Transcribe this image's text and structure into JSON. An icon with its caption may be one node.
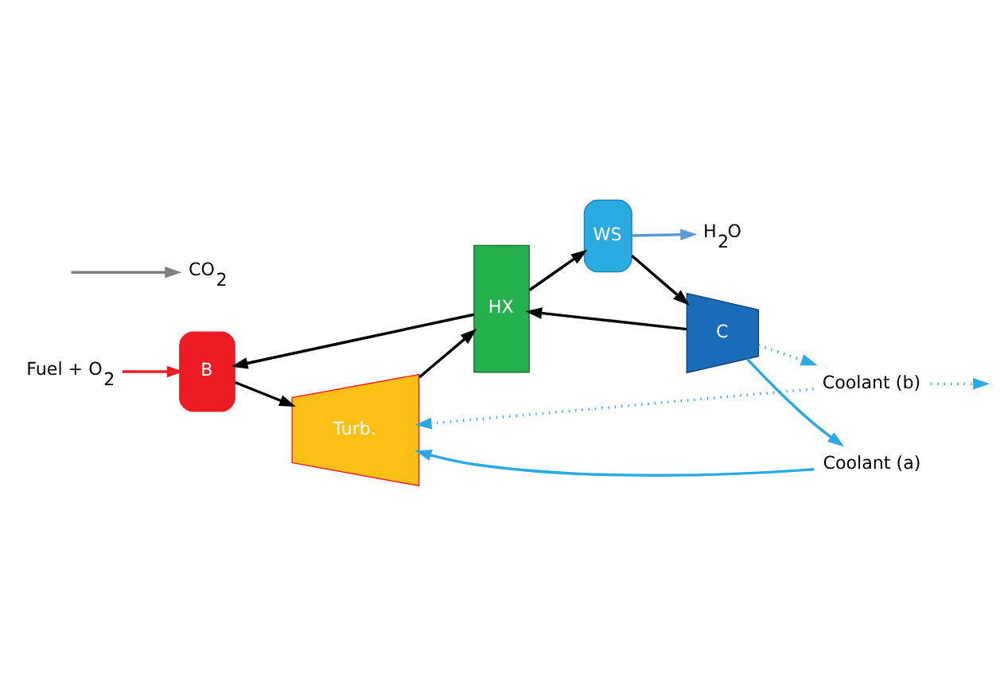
{
  "diagram": {
    "nodes": [
      {
        "text": [
          "B"
        ]
      },
      {
        "text": [
          "Turb."
        ]
      },
      {
        "text": [
          "HX"
        ]
      },
      {
        "text": [
          "WS"
        ]
      },
      {
        "text": [
          "C"
        ]
      },
      {
        "text": [
          "Fuel + O$_{2}$"
        ]
      },
      {
        "text": [
          "H$_{2}$O"
        ]
      },
      {
        "text": [
          "CO$_{2}$"
        ]
      },
      {
        "text": [
          "Coolant (a)"
        ]
      },
      {
        "text": [
          "Coolant (b)"
        ]
      }
    ],
    "edges": [
      {
        "from": 5,
        "to": 0,
        "arrow": "to",
        "color": "#ed1c24"
      },
      {
        "from": 0,
        "to": 1,
        "arrow": "to"
      },
      {
        "from": 1,
        "to": 2,
        "arrow": "to"
      },
      {
        "from": 2,
        "to": 3,
        "arrow": "to"
      },
      {
        "from": 3,
        "to": 6,
        "arrow": "to",
        "color": "#5b9bd5"
      },
      {
        "from": 3,
        "to": 4,
        "arrow": "to"
      },
      {
        "from": 4,
        "to": 2,
        "arrow": "to"
      },
      {
        "from": null,
        "to": 7,
        "arrow": "to",
        "color": "#808080"
      },
      {
        "from": 2,
        "to": 0,
        "arrow": "to"
      },
      {
        "from": 4,
        "to": 8,
        "arrow": "to",
        "color": "#29abe2"
      },
      {
        "from": 8,
        "to": 1,
        "arrow": "to",
        "color": "#29abe2"
      },
      {
        "from": 4,
        "to": 9,
        "arrow": "to",
        "style": "dashed",
        "color": "#29abe2"
      },
      {
        "from": 9,
        "to": 1,
        "arrow": "to",
        "style": "dashed",
        "color": "#29abe2"
      },
      {
        "from": 9,
        "to": null,
        "arrow": "to",
        "style": "dashed",
        "color": "#29abe2"
      }
    ]
  }
}
